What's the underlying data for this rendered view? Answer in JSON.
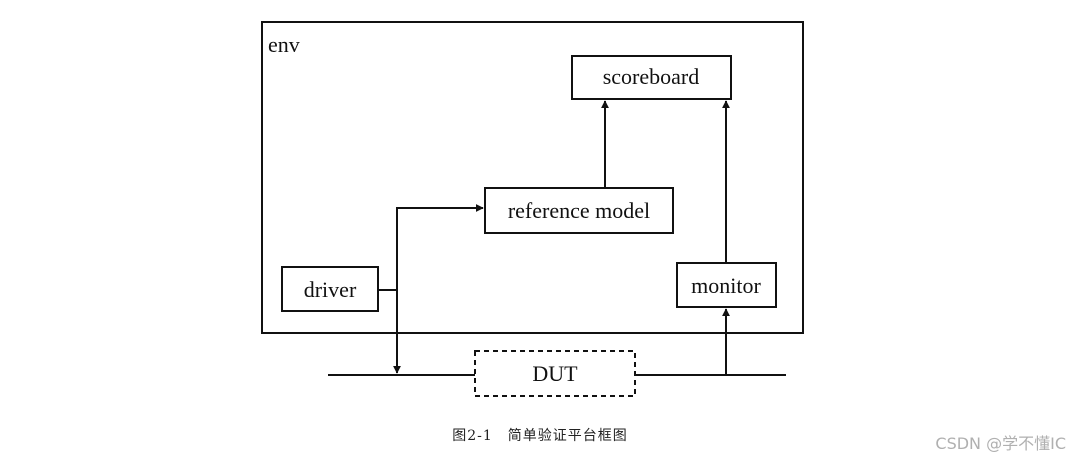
{
  "diagram": {
    "env_label": "env",
    "blocks": {
      "scoreboard": "scoreboard",
      "reference_model": "reference model",
      "driver": "driver",
      "monitor": "monitor",
      "dut": "DUT"
    }
  },
  "caption": "图2-1　简单验证平台框图",
  "watermark": "CSDN @学不懂IC",
  "colors": {
    "line": "#111111",
    "background": "#ffffff",
    "watermark": "#b0b0b0"
  }
}
